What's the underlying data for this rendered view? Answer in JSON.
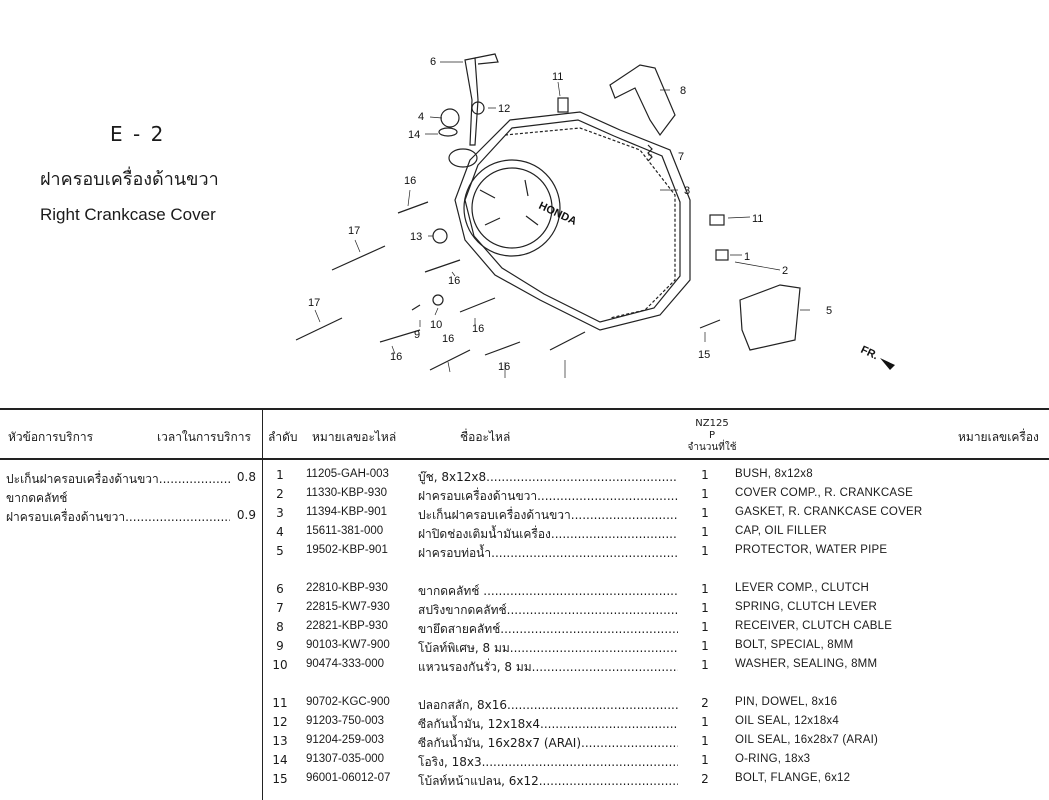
{
  "header": {
    "section_code": "E - 2",
    "title_th": "ฝาครอบเครื่องด้านขวา",
    "title_en": "Right Crankcase Cover"
  },
  "diagram": {
    "callouts": [
      "6",
      "11",
      "8",
      "4",
      "12",
      "14",
      "7",
      "16",
      "3",
      "11",
      "17",
      "13",
      "1",
      "2",
      "16",
      "17",
      "10",
      "9",
      "16",
      "5",
      "16",
      "16",
      "16",
      "15"
    ],
    "brand_text": "HONDA",
    "direction_label": "FR."
  },
  "table": {
    "headers": {
      "service_topic": "หัวข้อการบริการ",
      "service_time": "เวลาในการบริการ",
      "order": "ลำดับ",
      "part_number": "หมายเลขอะไหล่",
      "part_name": "ชื่ออะไหล่",
      "model": "NZ125",
      "model_type": "P",
      "qty_used": "จำนวนที่ใช้",
      "engine_number": "หมายเลขเครื่อง"
    },
    "services": [
      {
        "name": "ปะเก็นฝาครอบเครื่องด้านขวา.............................",
        "time": "0.8"
      },
      {
        "name": "ขากดคลัทช์",
        "time": ""
      },
      {
        "name": "ฝาครอบเครื่องด้านขวา.......................................",
        "time": "0.9"
      }
    ],
    "rows": [
      {
        "no": "1",
        "part": "11205-GAH-003",
        "th": "บู๊ช, 8x12x8......................................................",
        "qty": "1",
        "en": "BUSH, 8x12x8"
      },
      {
        "no": "2",
        "part": "11330-KBP-930",
        "th": "ฝาครอบเครื่องด้านขวา.........................................",
        "qty": "1",
        "en": "COVER COMP., R. CRANKCASE"
      },
      {
        "no": "3",
        "part": "11394-KBP-901",
        "th": "ปะเก็นฝาครอบเครื่องด้านขวา...............................",
        "qty": "1",
        "en": "GASKET, R. CRANKCASE COVER"
      },
      {
        "no": "4",
        "part": "15611-381-000",
        "th": "ฝาปิดช่องเติมน้ำมันเครื่อง.....................................",
        "qty": "1",
        "en": "CAP, OIL FILLER"
      },
      {
        "no": "5",
        "part": "19502-KBP-901",
        "th": "ฝาครอบท่อน้ำ......................................................",
        "qty": "1",
        "en": "PROTECTOR, WATER PIPE"
      },
      {
        "no": "6",
        "part": "22810-KBP-930",
        "th": "ขากดคลัทช์ .........................................................",
        "qty": "1",
        "en": "LEVER COMP., CLUTCH"
      },
      {
        "no": "7",
        "part": "22815-KW7-930",
        "th": "สปริงขากดคลัทช์...................................................",
        "qty": "1",
        "en": "SPRING, CLUTCH LEVER"
      },
      {
        "no": "8",
        "part": "22821-KBP-930",
        "th": "ขายึดสายคลัทช์.....................................................",
        "qty": "1",
        "en": "RECEIVER, CLUTCH CABLE"
      },
      {
        "no": "9",
        "part": "90103-KW7-900",
        "th": "โบ้ลท์พิเศษ, 8 มม..................................................",
        "qty": "1",
        "en": "BOLT, SPECIAL, 8MM"
      },
      {
        "no": "10",
        "part": "90474-333-000",
        "th": "แหวนรองกันรั่ว, 8 มม............................................",
        "qty": "1",
        "en": "WASHER, SEALING, 8MM"
      },
      {
        "no": "11",
        "part": "90702-KGC-900",
        "th": "ปลอกสลัก, 8x16.....................................................",
        "qty": "2",
        "en": "PIN, DOWEL, 8x16"
      },
      {
        "no": "12",
        "part": "91203-750-003",
        "th": "ซีลกันน้ำมัน, 12x18x4............................................",
        "qty": "1",
        "en": "OIL SEAL, 12x18x4"
      },
      {
        "no": "13",
        "part": "91204-259-003",
        "th": "ซีลกันน้ำมัน, 16x28x7 (ARAI)...............................",
        "qty": "1",
        "en": "OIL SEAL, 16x28x7 (ARAI)"
      },
      {
        "no": "14",
        "part": "91307-035-000",
        "th": "โอริง, 18x3...........................................................",
        "qty": "1",
        "en": "O-RING, 18x3"
      },
      {
        "no": "15",
        "part": "96001-06012-07",
        "th": "โบ้ลท์หน้าแปลน, 6x12...........................................",
        "qty": "2",
        "en": "BOLT, FLANGE, 6x12"
      }
    ]
  }
}
